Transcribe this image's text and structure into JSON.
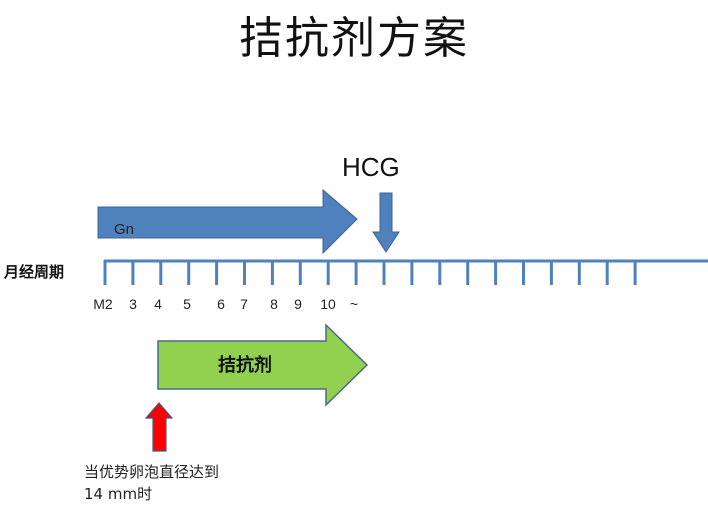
{
  "title": "拮抗剂方案",
  "hcg": {
    "label": "HCG"
  },
  "gn": {
    "label": "Gn"
  },
  "cycle": {
    "label": "月经周期",
    "tick_count": 20,
    "day_labels": [
      "M2",
      "3",
      "4",
      "5",
      "6",
      "7",
      "8",
      "9",
      "10",
      "~"
    ]
  },
  "antagonist": {
    "label": "拮抗剂"
  },
  "note": {
    "line1": "当优势卵泡直径达到",
    "line2": "14 mm时"
  },
  "colors": {
    "blue": "#4f81bd",
    "blue_border": "#3a6396",
    "green": "#92d050",
    "green_border": "#4a6b8a",
    "red": "#ff0000",
    "red_border": "#385d8a"
  }
}
